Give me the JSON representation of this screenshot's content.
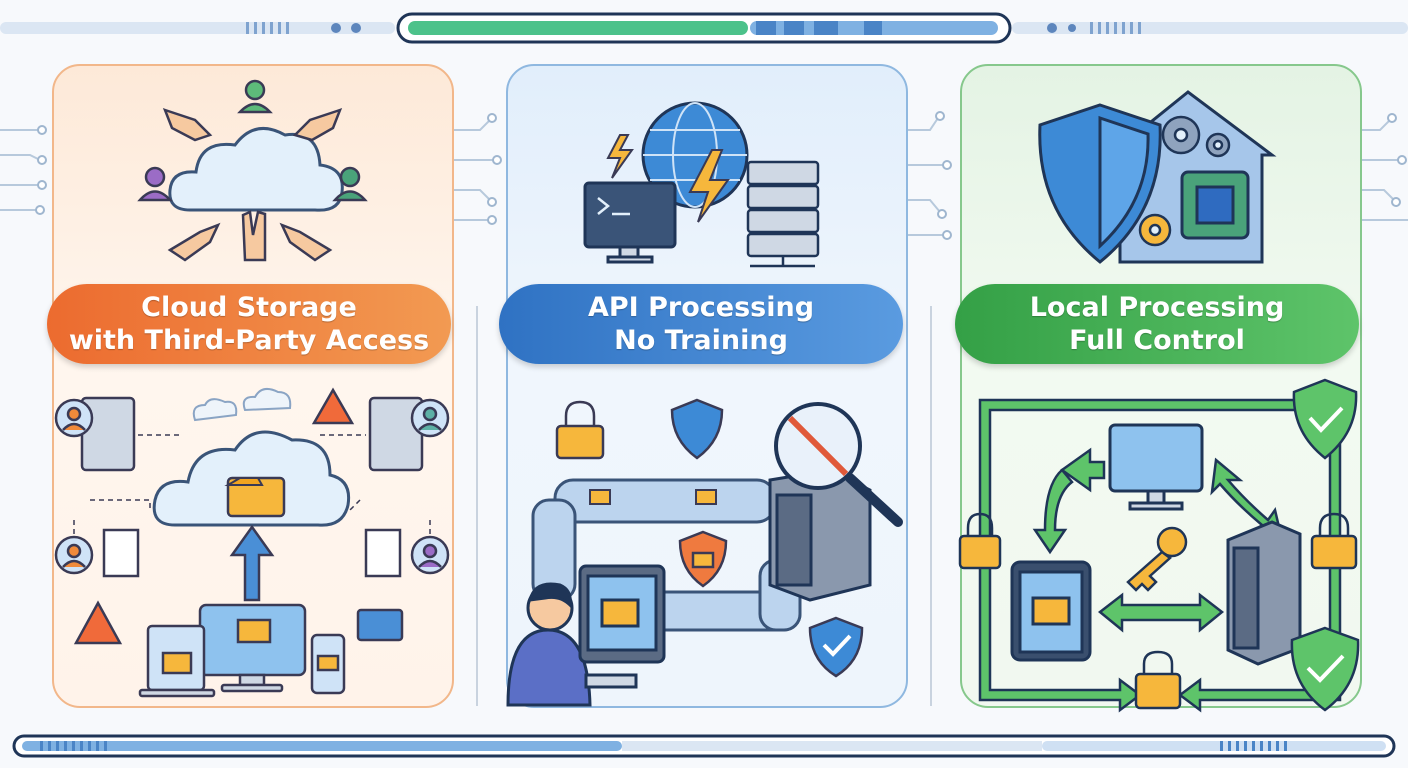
{
  "panels": [
    {
      "id": "cloud",
      "title_line1": "Cloud Storage",
      "title_line2": "with Third-Party Access",
      "color": "#ec6b2f"
    },
    {
      "id": "api",
      "title_line1": "API Processing",
      "title_line2": "No Training",
      "color": "#2f72c3"
    },
    {
      "id": "local",
      "title_line1": "Local Processing",
      "title_line2": "Full Control",
      "color": "#34a046"
    }
  ],
  "icons": {
    "cloud": [
      "hands-icon",
      "user-icon",
      "cloud-icon",
      "server-icon",
      "warning-icon",
      "folder-icon",
      "laptop-icon",
      "monitor-icon",
      "phone-icon",
      "gate-icon"
    ],
    "api": [
      "globe-icon",
      "lightning-icon",
      "terminal-icon",
      "server-icon",
      "lock-icon",
      "shield-icon",
      "pipeline-icon",
      "magnifier-icon",
      "no-document-icon",
      "person-at-computer-icon"
    ],
    "local": [
      "shield-icon",
      "house-icon",
      "gear-icon",
      "chip-icon",
      "monitor-icon",
      "tablet-icon",
      "server-icon",
      "key-icon",
      "lock-icon",
      "check-shield-icon"
    ]
  }
}
